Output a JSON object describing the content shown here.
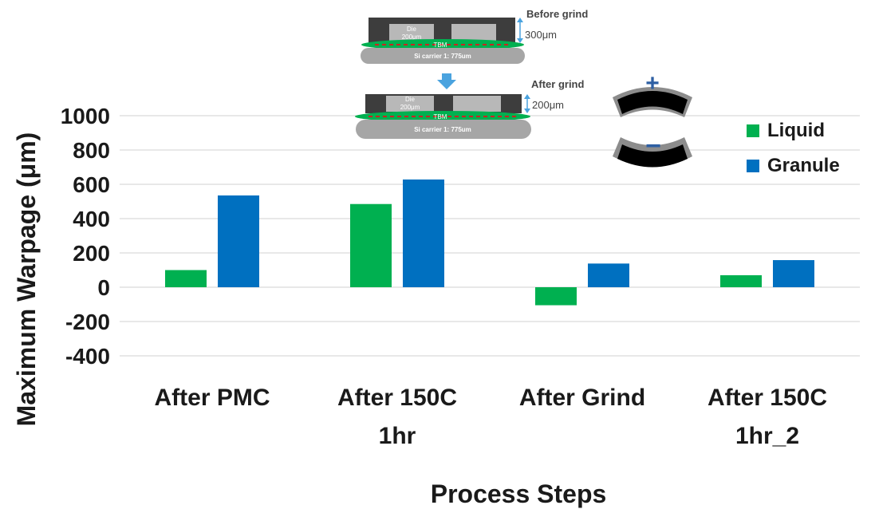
{
  "chart_data": {
    "type": "bar",
    "xlabel": "Process Steps",
    "ylabel": "Maximum Warpage (μm)",
    "ylim": [
      -400,
      1000
    ],
    "yticks": [
      1000,
      800,
      600,
      400,
      200,
      0,
      -200,
      -400
    ],
    "grid": true,
    "legend_position": "top-right",
    "categories": [
      [
        "After PMC"
      ],
      [
        "After 150C",
        "1hr"
      ],
      [
        "After Grind"
      ],
      [
        "After 150C",
        "1hr_2"
      ]
    ],
    "series": [
      {
        "name": "Liquid",
        "color": "#00b050",
        "values": [
          100,
          485,
          -105,
          70
        ]
      },
      {
        "name": "Granule",
        "color": "#0070c0",
        "values": [
          535,
          628,
          138,
          158
        ]
      }
    ]
  },
  "inset": {
    "before_label": "Before grind",
    "before_thickness": "300μm",
    "after_label": "After grind",
    "after_thickness": "200μm",
    "die_label": "Die",
    "die_thickness": "200μm",
    "tbm_label": "TBM",
    "carrier_label": "Si carrier 1: 775um",
    "arrow_color": "#4aa3df"
  },
  "warp_icons": {
    "positive_sign": "+",
    "negative_sign": "−",
    "sign_color": "#2e5fa3"
  }
}
